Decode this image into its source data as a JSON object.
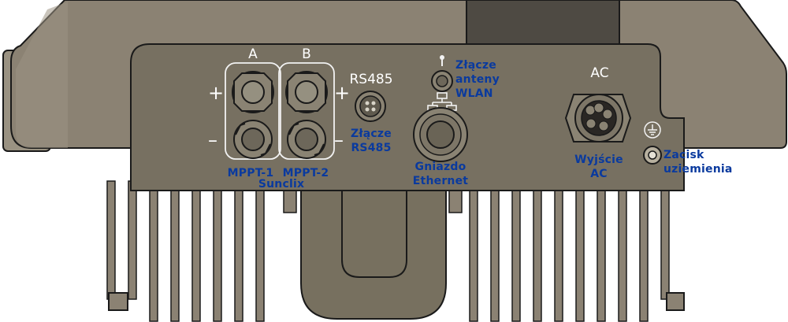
{
  "ports": {
    "string_a": "A",
    "string_b": "B",
    "rs485_header": "RS485",
    "ac_header": "AC",
    "plus": "+",
    "minus": "–"
  },
  "labels": {
    "mppt1": "MPPT-1",
    "mppt2": "MPPT-2",
    "sunclix": "Sunclix",
    "rs485_connector": [
      "Złącze",
      "RS485"
    ],
    "ethernet_socket": [
      "Gniazdo",
      "Ethernet"
    ],
    "wlan_antenna": [
      "Złącze",
      "anteny",
      "WLAN"
    ],
    "ac_output": [
      "Wyjście",
      "AC"
    ],
    "ground_terminal": [
      "Zacisk",
      "uziemienia"
    ]
  },
  "colors": {
    "housing": "#8b8273",
    "housing_light": "#a49c8c",
    "panel": "#777061",
    "outline": "#1a1a1a",
    "label_text": "#0a3a9e",
    "panel_text": "#ffffff"
  },
  "icons": [
    "network-icon",
    "antenna-icon",
    "ground-icon"
  ]
}
